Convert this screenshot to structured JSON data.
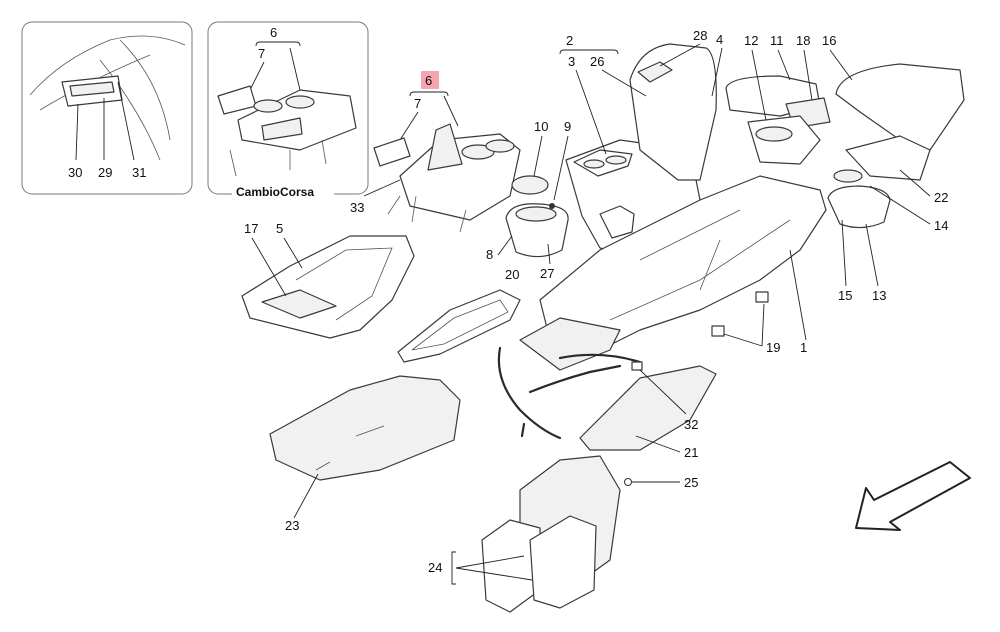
{
  "inset_left": {
    "labels": [
      "30",
      "29",
      "31"
    ]
  },
  "inset_right": {
    "title": "CambioCorsa",
    "labels": [
      "6",
      "7"
    ]
  },
  "callouts": {
    "l1": "1",
    "l2": "2",
    "l3": "3",
    "l4": "4",
    "l5": "5",
    "l6": "6",
    "l7": "7",
    "l8": "8",
    "l9": "9",
    "l10": "10",
    "l11": "11",
    "l12": "12",
    "l13": "13",
    "l14": "14",
    "l15": "15",
    "l16": "16",
    "l17": "17",
    "l18": "18",
    "l19": "19",
    "l20": "20",
    "l21": "21",
    "l22": "22",
    "l23": "23",
    "l24": "24",
    "l25": "25",
    "l26": "26",
    "l27": "27",
    "l28": "28",
    "l32": "32",
    "l33": "33"
  },
  "highlight": {
    "label": "6",
    "color": "#f4a6b0"
  },
  "direction_arrow": "front-direction-arrow"
}
